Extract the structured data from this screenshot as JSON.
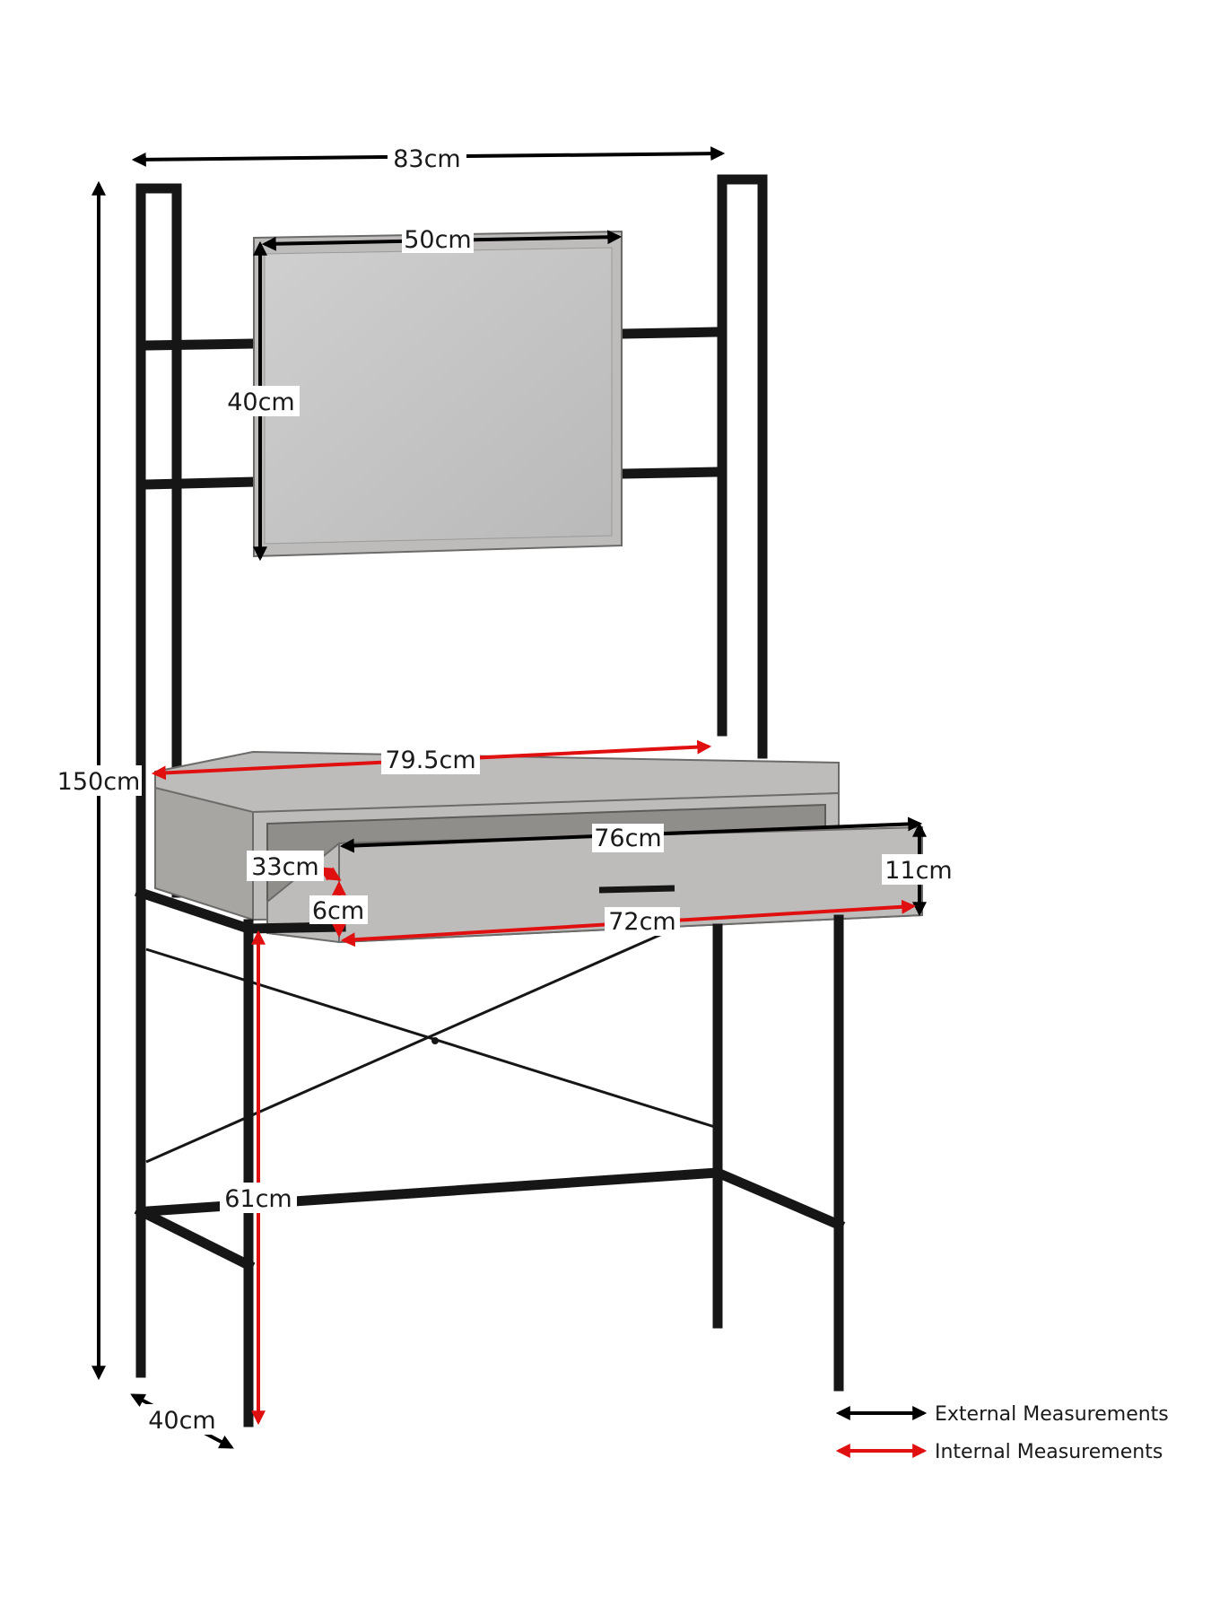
{
  "dimensions": {
    "overall_width": "83cm",
    "overall_height": "150cm",
    "depth": "40cm",
    "mirror_width": "50cm",
    "mirror_height": "40cm",
    "desktop_internal_width": "79.5cm",
    "drawer_width": "76cm",
    "drawer_height": "11cm",
    "drawer_depth": "33cm",
    "drawer_internal_height": "6cm",
    "drawer_internal_width": "72cm",
    "leg_clearance": "61cm"
  },
  "legend": {
    "external": "External Measurements",
    "internal": "Internal Measurements"
  },
  "colors": {
    "external": "#000000",
    "internal": "#e01010",
    "frame": "#161616",
    "wood": "#bdbcba",
    "mirror": "#c4c4c4"
  }
}
